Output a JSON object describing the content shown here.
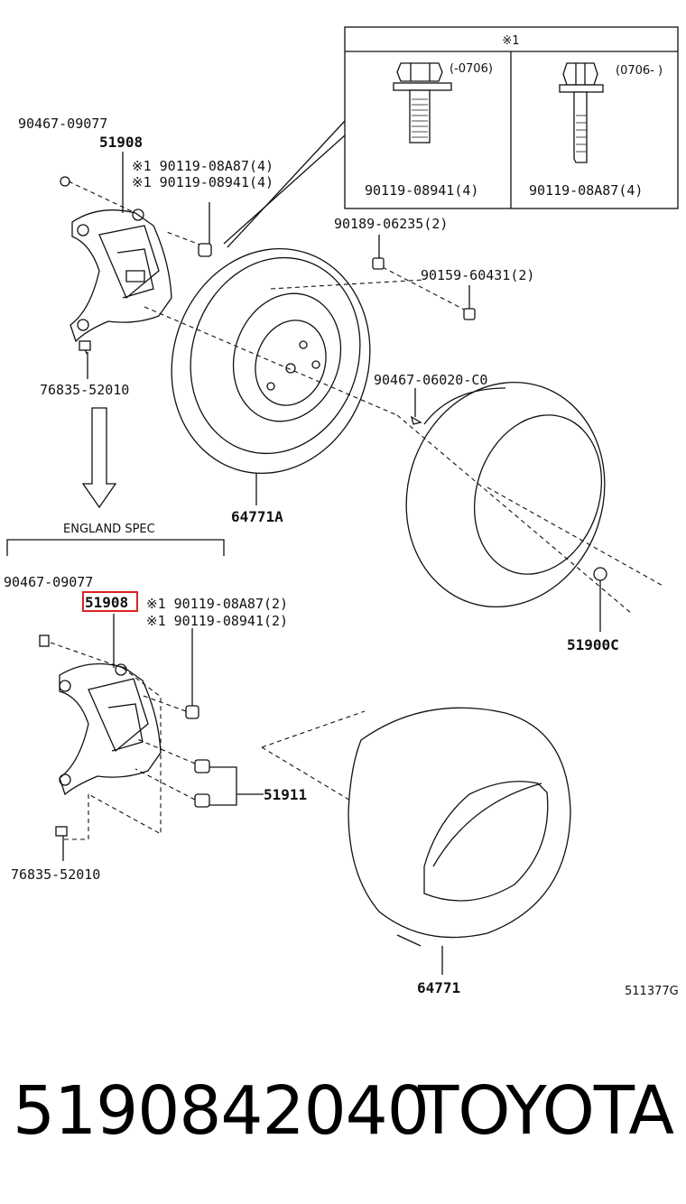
{
  "inset": {
    "header": "※1",
    "left_range": "(-0706)",
    "right_range": "(0706-  )",
    "left_part": "90119-08941(4)",
    "right_part": "90119-08A87(4)"
  },
  "labels": {
    "p1": "90467-09077",
    "p2": "51908",
    "p3": "※1 90119-08A87(4)",
    "p4": "※1 90119-08941(4)",
    "p5": "90189-06235(2)",
    "p6": "90159-60431(2)",
    "p7": "76835-52010",
    "p8": "90467-06020-C0",
    "p9": "64771A",
    "p10": "51900C",
    "england": "ENGLAND SPEC",
    "p11": "90467-09077",
    "p12": "51908",
    "p13": "※1 90119-08A87(2)",
    "p14": "※1 90119-08941(2)",
    "p15": "51911",
    "p16": "76835-52010",
    "p17": "64771",
    "diagram_code": "511377G"
  },
  "highlight_color": "#e02020",
  "footer": {
    "part_number": "5190842040",
    "brand": "TOYOTA"
  }
}
